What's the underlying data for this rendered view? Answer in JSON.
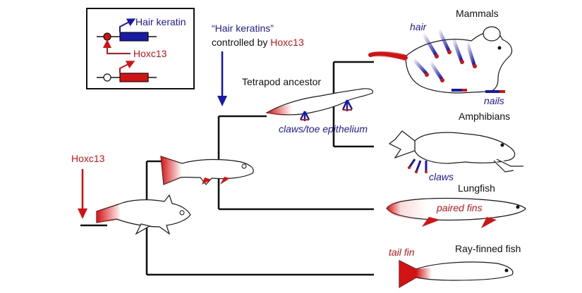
{
  "colors": {
    "red": "#d21313",
    "blue": "#1a1aa8",
    "black": "#111111"
  },
  "legend": {
    "hair_keratin": "Hair keratin",
    "hoxc13": "Hoxc13"
  },
  "top_note": {
    "line1": "“Hair keratins”",
    "line2_prefix": "controlled by ",
    "line2_gene": "Hoxc13"
  },
  "left_gene": "Hoxc13",
  "nodes": {
    "tetrapod_ancestor": "Tetrapod ancestor"
  },
  "annotations": {
    "claws_toe_epithelium": "claws/toe epithelium",
    "hair": "hair",
    "nails": "nails",
    "claws": "claws",
    "paired_fins": "paired fins",
    "tail_fin": "tail fin"
  },
  "taxa": {
    "mammals": "Mammals",
    "amphibians": "Amphibians",
    "lungfish": "Lungfish",
    "ray_finned_fish": "Ray-finned fish"
  }
}
